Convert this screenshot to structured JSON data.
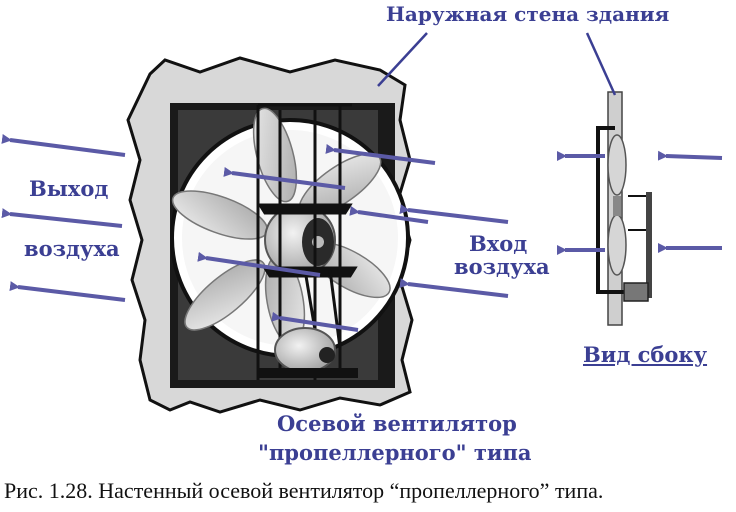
{
  "labels": {
    "outer_wall": "Наружная стена здания",
    "air_out_line1": "Выход",
    "air_out_line2": "воздуха",
    "air_in_line1": "Вход",
    "air_in_line2": "воздуха",
    "side_view": "Вид сбоку",
    "fan_type_line1": "Осевой вентилятор",
    "fan_type_line2": "\"пропеллерного\" типа"
  },
  "caption": "Рис. 1.28. Настенный осевой вентилятор “пропеллерного” типа.",
  "colors": {
    "label": "#3b3f93",
    "arrow": "#5b5aa6",
    "wall": "#d8d8d8",
    "frame": "#1a1a1a",
    "blade": "#c9c9c9"
  }
}
